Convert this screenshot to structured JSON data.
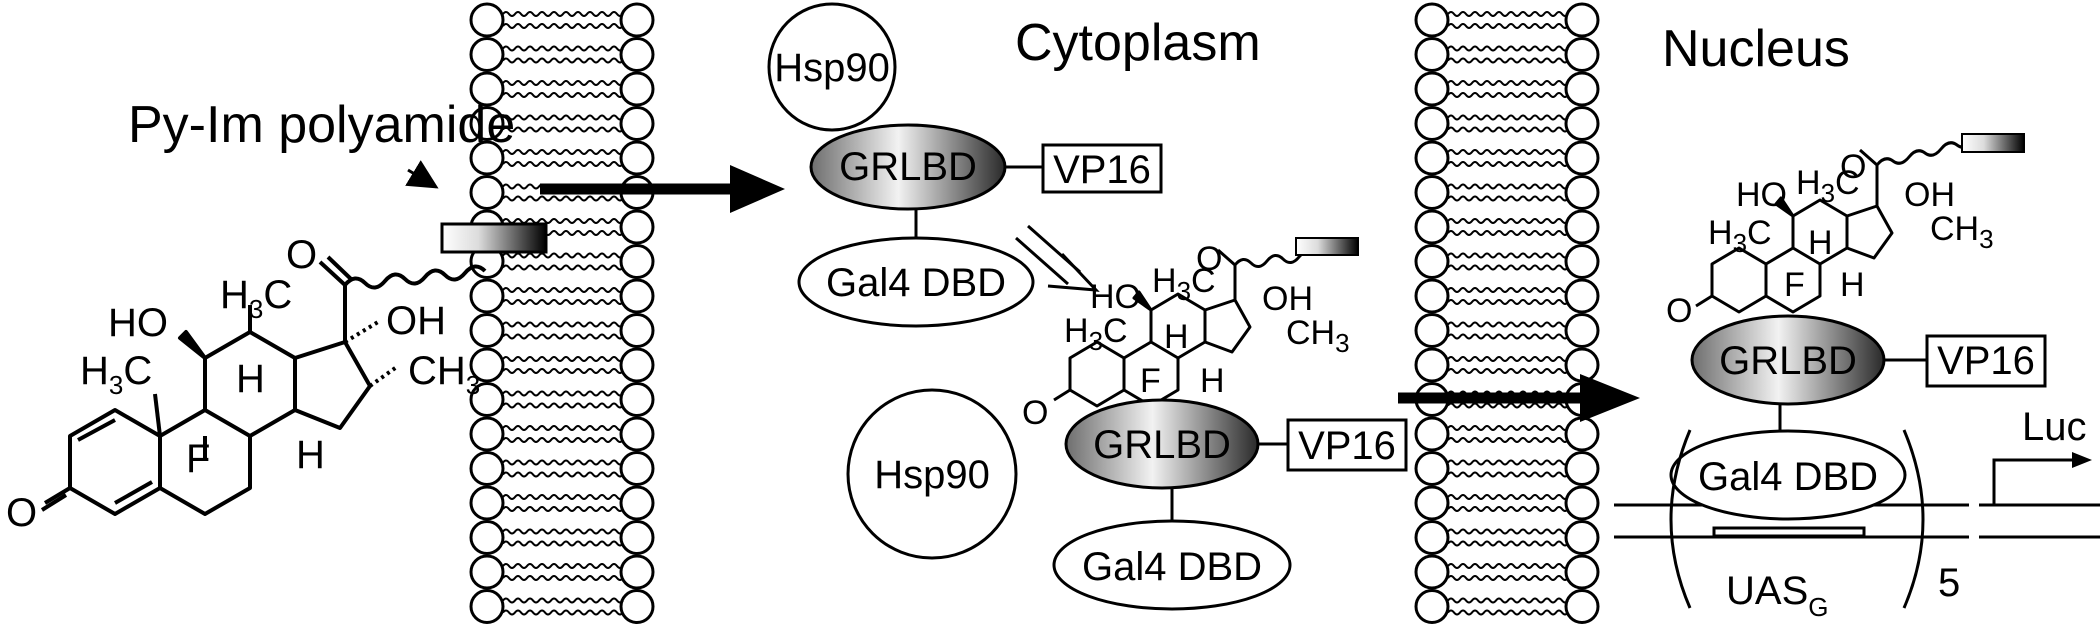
{
  "compartments": {
    "cytoplasm": "Cytoplasm",
    "nucleus": "Nucleus"
  },
  "compound": {
    "label": "Py-Im polyamide"
  },
  "proteins": {
    "hsp90": "Hsp90",
    "grlbd": "GRLBD",
    "vp16": "VP16",
    "gal4": "Gal4 DBD"
  },
  "reporter": {
    "luc": "Luc",
    "uas": "UAS",
    "uas_sub": "G",
    "repeat": "5"
  },
  "steroid_atoms": {
    "ho": "HO",
    "h3c": "H",
    "sub3": "3",
    "c": "C",
    "oh": "OH",
    "ch3": "CH",
    "h": "H",
    "f": "F",
    "o": "O"
  }
}
